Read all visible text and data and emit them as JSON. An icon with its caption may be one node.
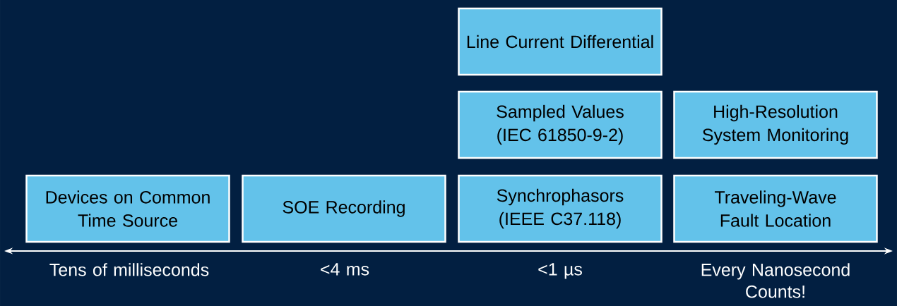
{
  "diagram": {
    "nodes": [
      {
        "text": [
          "Line Current Differential"
        ]
      },
      {
        "text": [
          "Sampled Values (IEC 61850-9-2)"
        ]
      },
      {
        "text": [
          "High-Resolution System Monitoring"
        ]
      },
      {
        "text": [
          "Devices on Common Time Source"
        ]
      },
      {
        "text": [
          "SOE Recording"
        ]
      },
      {
        "text": [
          "Synchrophasors (IEEE C37.118)"
        ]
      },
      {
        "text": [
          "Traveling-Wave Fault Location"
        ]
      }
    ],
    "edges": [],
    "labels": [
      "Tens of milliseconds",
      "<4 ms",
      "<1 µs",
      "Every Nanosecond Counts!"
    ]
  }
}
